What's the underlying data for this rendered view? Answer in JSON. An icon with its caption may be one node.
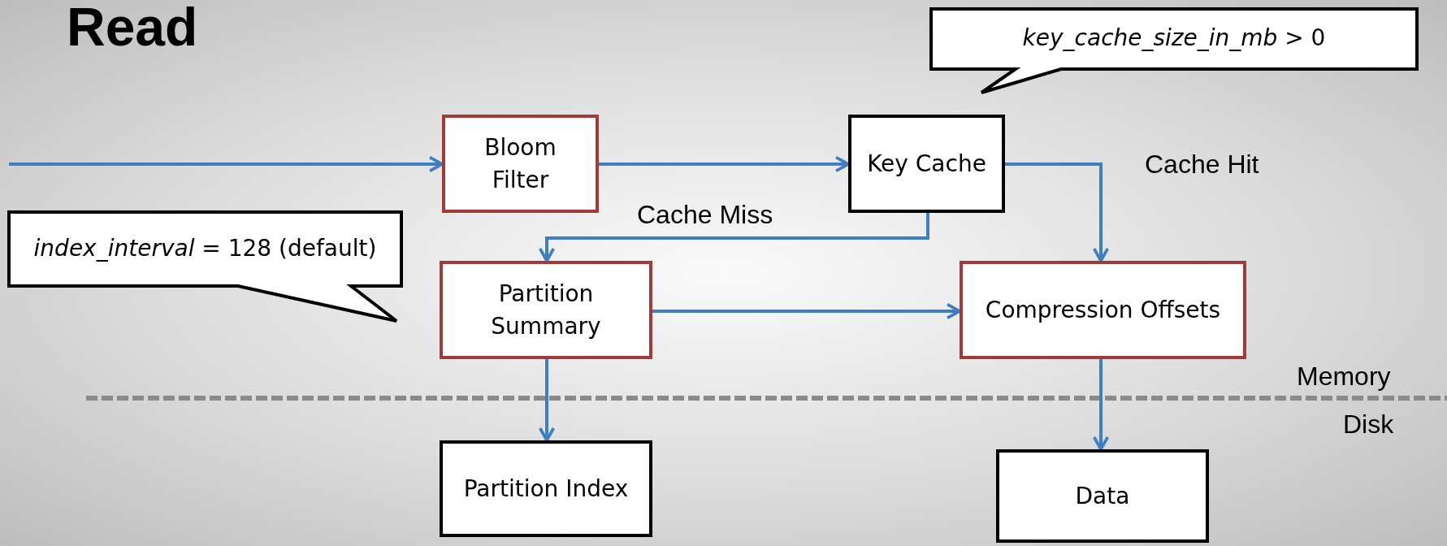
{
  "diagram": {
    "title": "Read",
    "nodes": [
      {
        "text": [
          "*key_cache_size_in_mb* > 0"
        ]
      },
      {
        "text": [
          "Bloom Filter"
        ]
      },
      {
        "text": [
          "Key Cache"
        ]
      },
      {
        "text": [
          "*index_interval* = 128 (default)"
        ]
      },
      {
        "text": [
          "Partition Summary"
        ]
      },
      {
        "text": [
          "Compression Offsets"
        ]
      },
      {
        "text": [
          "Partition Index"
        ]
      },
      {
        "text": [
          "Data"
        ]
      }
    ],
    "edges": [
      {
        "from": null,
        "to": 1,
        "arrow": "to"
      },
      {
        "from": 1,
        "to": 2,
        "arrow": "to"
      },
      {
        "from": 2,
        "to": 5,
        "arrow": "to",
        "label": "Cache Hit"
      },
      {
        "from": 2,
        "to": 4,
        "arrow": "to",
        "label": "Cache Miss"
      },
      {
        "from": 4,
        "to": 5,
        "arrow": "to"
      },
      {
        "from": 4,
        "to": 6,
        "arrow": "to"
      },
      {
        "from": 5,
        "to": 7,
        "arrow": "to"
      }
    ],
    "labels": [
      "Memory",
      "Disk"
    ]
  }
}
